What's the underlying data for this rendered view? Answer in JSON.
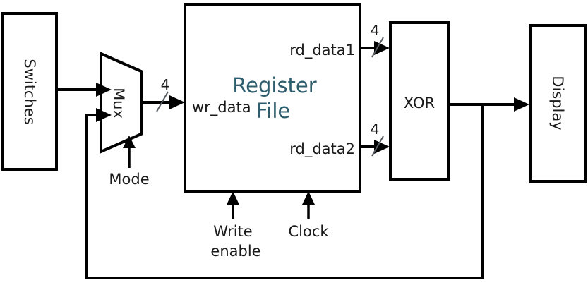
{
  "diagram": {
    "title": "Register File datapath block diagram",
    "accent_color": "#2e5e6e",
    "line_color": "#000000",
    "background": "#ffffff",
    "blocks": {
      "switches": {
        "label": "Switches",
        "orientation": "vertical"
      },
      "mux": {
        "label": "Mux",
        "orientation": "vertical",
        "shape": "trapezoid"
      },
      "register_file": {
        "label_line1": "Register",
        "label_line2": "File",
        "orientation": "horizontal"
      },
      "xor": {
        "label": "XOR",
        "orientation": "horizontal"
      },
      "display": {
        "label": "Display",
        "orientation": "vertical"
      }
    },
    "ports": {
      "wr_data": "wr_data",
      "rd_data1": "rd_data1",
      "rd_data2": "rd_data2"
    },
    "control_signals": {
      "mode": "Mode",
      "write_enable_line1": "Write",
      "write_enable_line2": "enable",
      "clock": "Clock"
    },
    "bus_widths": {
      "mux_out": "4",
      "rd_data1_out": "4",
      "rd_data2_out": "4"
    }
  }
}
